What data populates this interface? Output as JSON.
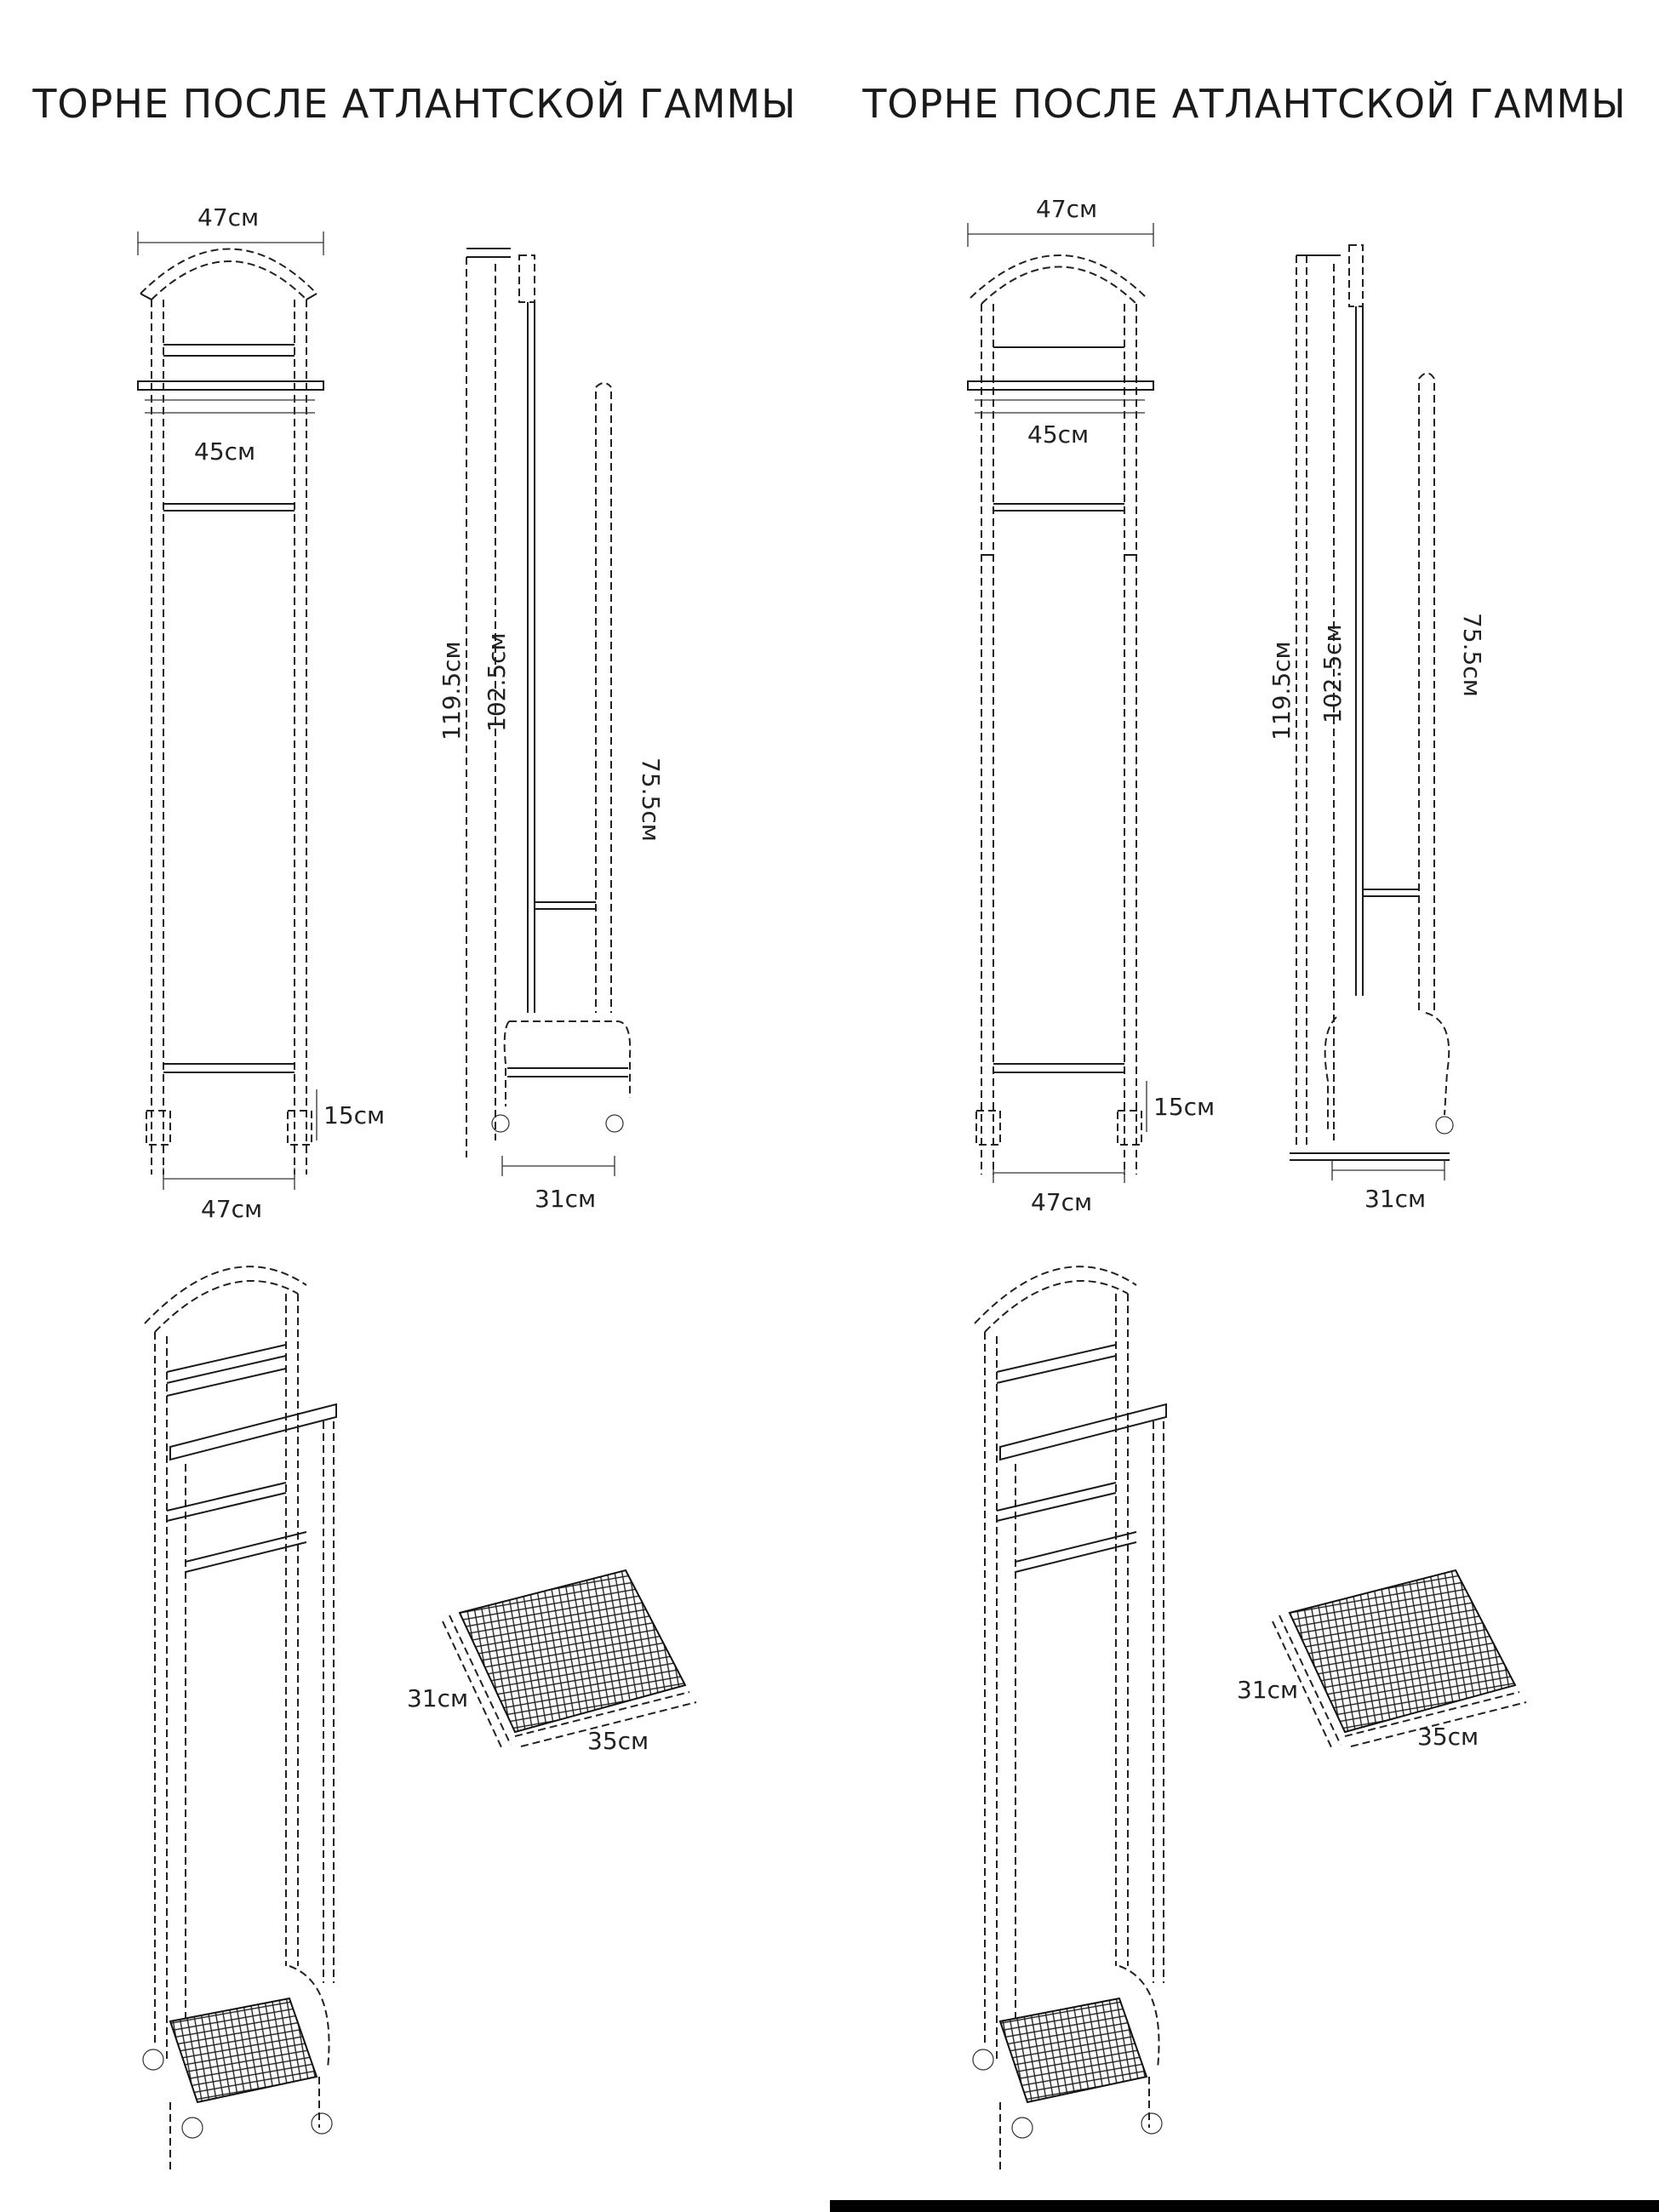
{
  "panels": [
    {
      "id": "left",
      "title": "ТОРНЕ ПОСЛЕ АТЛАНТСКОЙ ГАММЫ",
      "dims": {
        "top_width": "47см",
        "shelf_width": "45см",
        "height_total": "119.5см",
        "height_mid": "102.5см",
        "height_back": "75.5см",
        "wheel_height": "15см",
        "bottom_width": "47см",
        "depth": "31см",
        "mesh_depth": "31см",
        "mesh_width": "35см"
      }
    },
    {
      "id": "right",
      "title": "ТОРНЕ ПОСЛЕ АТЛАНТСКОЙ ГАММЫ",
      "dims": {
        "top_width": "47см",
        "shelf_width": "45см",
        "height_total": "119.5см",
        "height_mid": "102.5см",
        "height_back": "75.5см",
        "wheel_height": "15см",
        "bottom_width": "47см",
        "depth": "31см",
        "mesh_depth": "31см",
        "mesh_width": "35см"
      }
    }
  ],
  "colors": {
    "line": "#1a1a1a",
    "background": "#ffffff",
    "bar": "#000000"
  }
}
